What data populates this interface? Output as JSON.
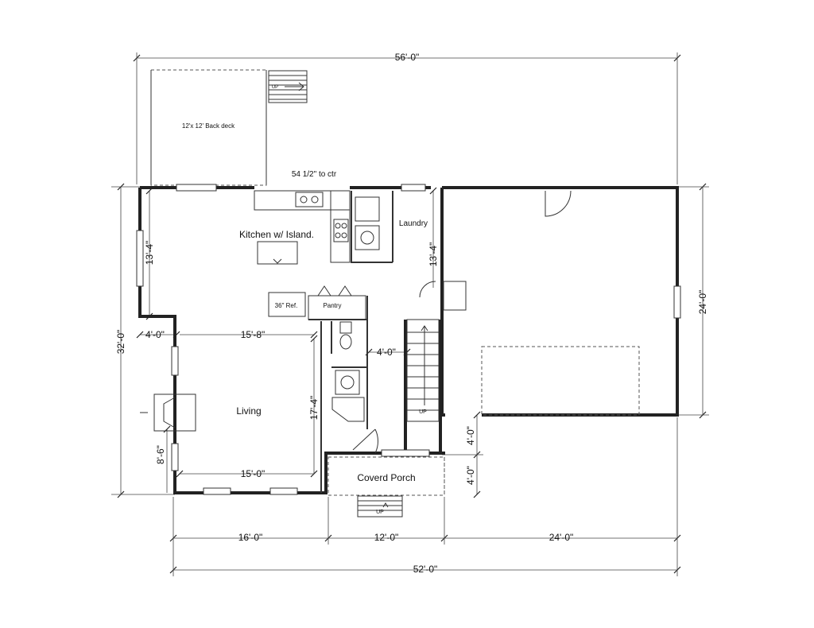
{
  "dimensions": {
    "top_overall": "56'-0\"",
    "bottom_overall": "52'-0\"",
    "bottom_left": "16'-0\"",
    "bottom_middle": "12'-0\"",
    "bottom_right": "24'-0\"",
    "left_overall": "32'-0\"",
    "right_garage": "24'-0\"",
    "kitchen_left": "13'-4\"",
    "laundry_height": "13'-4\"",
    "left_jog": "4'-0\"",
    "living_width_top": "15'-8\"",
    "hall_width": "4'-0\"",
    "living_depth": "17'-4\"",
    "living_left_lower": "8'-6\"",
    "living_width_bottom": "15'-0\"",
    "porch_upper": "4'-0\"",
    "porch_lower": "4'-0\""
  },
  "notes": {
    "sink_center": "54 1/2\" to ctr"
  },
  "rooms": {
    "back_deck": "12'x 12' Back deck",
    "kitchen": "Kitchen w/ Island.",
    "laundry": "Laundry",
    "refrigerator": "36\" Ref.",
    "pantry": "Pantry",
    "living": "Living",
    "porch": "Coverd Porch"
  },
  "stairs": {
    "deck_stair": "UP",
    "interior_stair": "UP",
    "porch_stair": "UP"
  }
}
